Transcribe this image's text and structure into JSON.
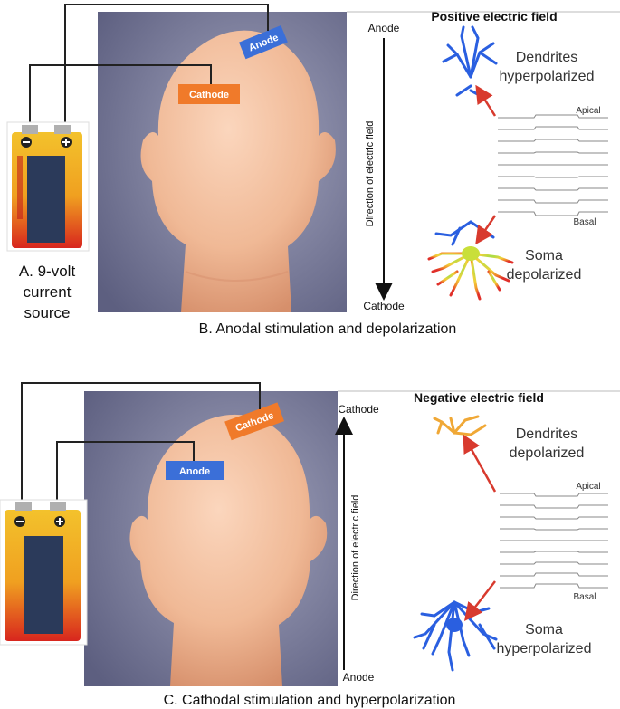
{
  "panel_a": {
    "caption_line1": "A. 9-volt",
    "caption_line2": "current",
    "caption_line3": "source"
  },
  "panel_b": {
    "anode_label": "Anode",
    "cathode_label": "Cathode",
    "axis_top": "Anode",
    "axis_bottom": "Cathode",
    "axis_label": "Direction of electric field",
    "field_title": "Positive electric field",
    "dendrites_line1": "Dendrites",
    "dendrites_line2": "hyperpolarized",
    "soma_line1": "Soma",
    "soma_line2": "depolarized",
    "trace_top": "Apical",
    "trace_bottom": "Basal",
    "caption": "B. Anodal stimulation and depolarization"
  },
  "panel_c": {
    "anode_label": "Anode",
    "cathode_label": "Cathode",
    "axis_top": "Cathode",
    "axis_bottom": "Anode",
    "axis_label": "Direction of electric field",
    "field_title": "Negative electric field",
    "dendrites_line1": "Dendrites",
    "dendrites_line2": "depolarized",
    "soma_line1": "Soma",
    "soma_line2": "hyperpolarized",
    "trace_top": "Apical",
    "trace_bottom": "Basal",
    "caption": "C. Cathodal stimulation and hyperpolarization"
  },
  "colors": {
    "anode_pad": "#3b6fd8",
    "cathode_pad": "#f07a2a",
    "arrow_red": "#d83a2e",
    "background_panel": "#7d7f9e",
    "skin": "#f0b996"
  }
}
